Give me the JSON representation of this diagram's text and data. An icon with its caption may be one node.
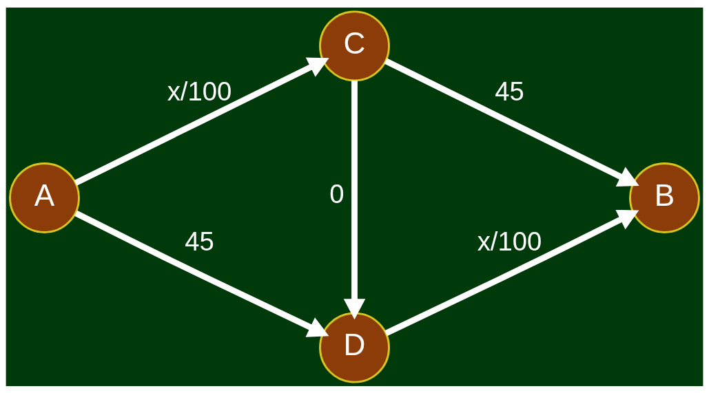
{
  "diagram": {
    "nodes": [
      {
        "text": [
          "A"
        ]
      },
      {
        "text": [
          "C"
        ]
      },
      {
        "text": [
          "D"
        ]
      },
      {
        "text": [
          "B"
        ]
      }
    ],
    "edges": [
      {
        "from": 0,
        "to": 1,
        "arrow": "to",
        "label": "x/100"
      },
      {
        "from": 0,
        "to": 2,
        "arrow": "to",
        "label": "45"
      },
      {
        "from": 1,
        "to": 2,
        "arrow": "to",
        "label": "0"
      },
      {
        "from": 1,
        "to": 3,
        "arrow": "to",
        "label": "45"
      },
      {
        "from": 2,
        "to": 3,
        "arrow": "to",
        "label": "x/100"
      }
    ]
  }
}
